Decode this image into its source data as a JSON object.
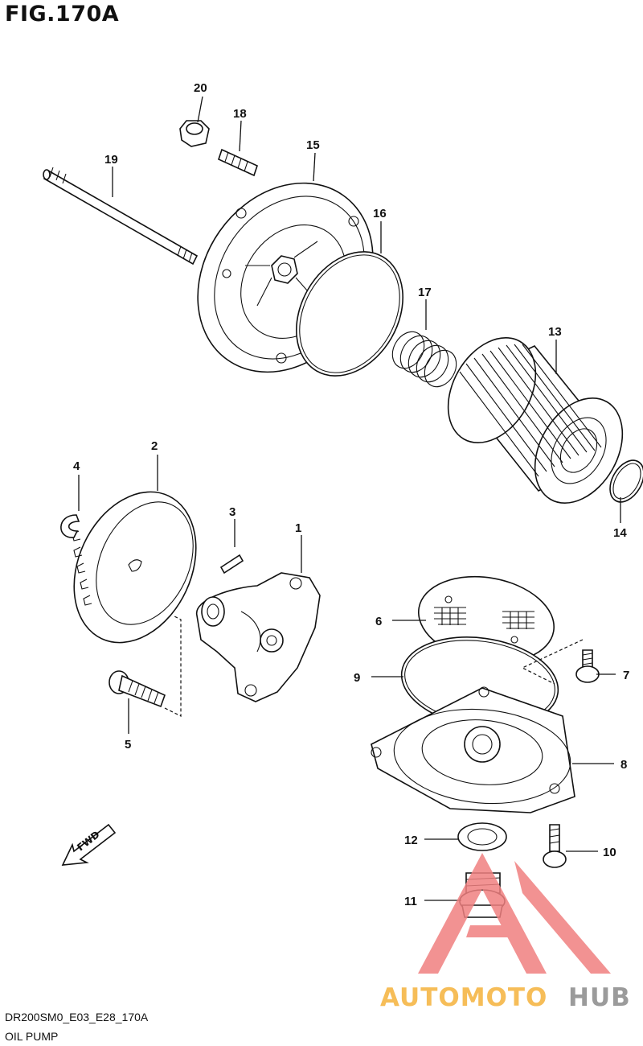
{
  "figure": {
    "title": "FIG.170A",
    "code": "DR200SM0_E03_E28_170A",
    "name": "OIL PUMP"
  },
  "direction_marker": "FWD",
  "watermark": {
    "part1": "AUTOMOTO",
    "part2": "HUB",
    "color1": "#f5b23c",
    "color2": "#8a8a8a",
    "triangle_color": "#f08080"
  },
  "callouts": [
    "1",
    "2",
    "3",
    "4",
    "5",
    "6",
    "7",
    "8",
    "9",
    "10",
    "11",
    "12",
    "13",
    "14",
    "15",
    "16",
    "17",
    "18",
    "19",
    "20"
  ]
}
